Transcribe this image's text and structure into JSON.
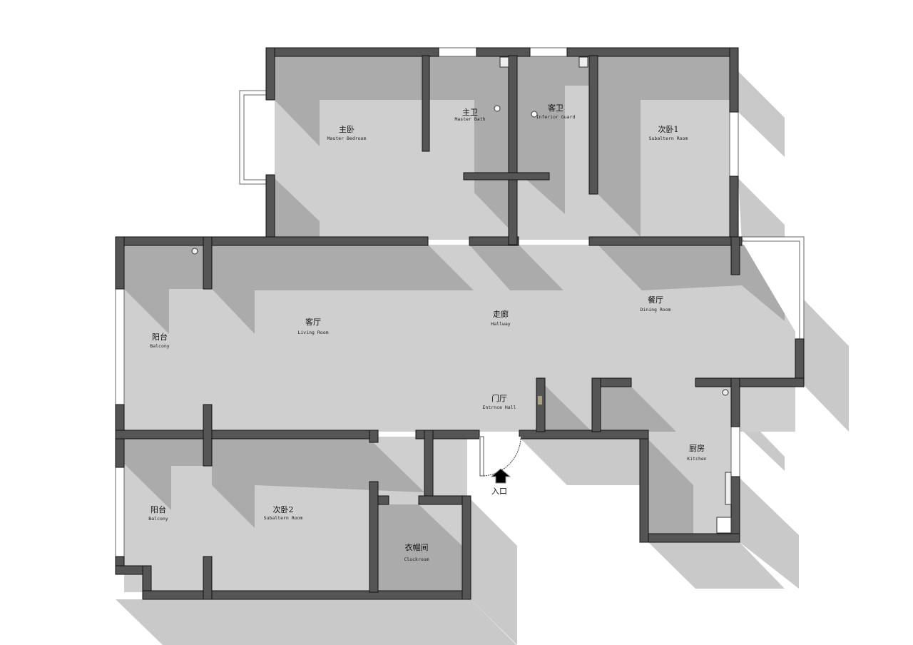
{
  "floor_plan": {
    "colors": {
      "wall": "#555555",
      "floor": "#cfcfcf",
      "shadow": "#ababab",
      "outer_shadow": "#c9c9c9"
    },
    "rooms": [
      {
        "id": "master-bedroom",
        "cn": "主卧",
        "en": "Master Bedroom"
      },
      {
        "id": "master-bath",
        "cn": "主卫",
        "en": "Master Bath"
      },
      {
        "id": "guest-bath",
        "cn": "客卫",
        "en": "Inferior Guard"
      },
      {
        "id": "secondary-bedroom-1",
        "cn": "次卧1",
        "en": "Subaltern Room"
      },
      {
        "id": "balcony-1",
        "cn": "阳台",
        "en": "Balcony"
      },
      {
        "id": "living-room",
        "cn": "客厅",
        "en": "Living Room"
      },
      {
        "id": "hallway",
        "cn": "走廊",
        "en": "Hallway"
      },
      {
        "id": "dining-room",
        "cn": "餐厅",
        "en": "Dining Room"
      },
      {
        "id": "entrance-hall",
        "cn": "门厅",
        "en": "Entrnce Hall"
      },
      {
        "id": "kitchen",
        "cn": "厨房",
        "en": "Kitchen"
      },
      {
        "id": "balcony-2",
        "cn": "阳台",
        "en": "Balcony"
      },
      {
        "id": "secondary-bedroom-2",
        "cn": "次卧2",
        "en": "Subaltern Room"
      },
      {
        "id": "cloakroom",
        "cn": "衣帽间",
        "en": "Clockroom"
      }
    ],
    "entrance": {
      "label": "入口",
      "icon": "arrow-up-icon"
    }
  }
}
